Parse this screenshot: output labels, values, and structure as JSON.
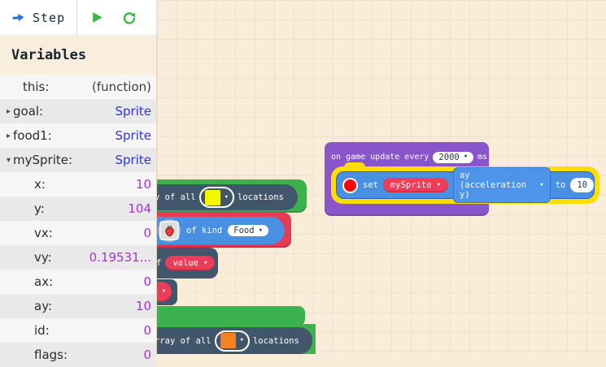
{
  "toolbar": {
    "step_label": "Step",
    "step_icon": "arrow-right",
    "play_icon": "play-triangle",
    "restart_icon": "refresh-arrows"
  },
  "variables": {
    "title": "Variables",
    "rows": [
      {
        "arrow": "",
        "indent": "1",
        "label": "this:",
        "value": "(function)",
        "type": "function"
      },
      {
        "arrow": "▸",
        "indent": "0",
        "label": "goal:",
        "value": "Sprite",
        "type": "sprite"
      },
      {
        "arrow": "▸",
        "indent": "0",
        "label": "food1:",
        "value": "Sprite",
        "type": "sprite"
      },
      {
        "arrow": "▾",
        "indent": "0",
        "label": "mySprite:",
        "value": "Sprite",
        "type": "sprite"
      },
      {
        "arrow": "",
        "indent": "2",
        "label": "x:",
        "value": "10",
        "type": "number"
      },
      {
        "arrow": "",
        "indent": "2",
        "label": "y:",
        "value": "104",
        "type": "number"
      },
      {
        "arrow": "",
        "indent": "2",
        "label": "vx:",
        "value": "0",
        "type": "number"
      },
      {
        "arrow": "",
        "indent": "2",
        "label": "vy:",
        "value": "0.19531...",
        "type": "number"
      },
      {
        "arrow": "",
        "indent": "2",
        "label": "ax:",
        "value": "0",
        "type": "number"
      },
      {
        "arrow": "",
        "indent": "2",
        "label": "ay:",
        "value": "10",
        "type": "number"
      },
      {
        "arrow": "",
        "indent": "2",
        "label": "id:",
        "value": "0",
        "type": "number"
      },
      {
        "arrow": "",
        "indent": "2",
        "label": "flags:",
        "value": "0",
        "type": "number"
      }
    ]
  },
  "blocks": {
    "update_block": {
      "prefix": "on game update every",
      "interval": "2000",
      "suffix": "ms"
    },
    "set_block": {
      "set_label": "set",
      "sprite": "mySprite",
      "property": "ay (acceleration y)",
      "to_label": "to",
      "value": "10",
      "breakpoint_icon": "red-dot"
    },
    "array_yellow_block": {
      "prefix": "y of all",
      "suffix": "locations",
      "tile_color": "#f6f600"
    },
    "of_kind_block": {
      "label": "of kind",
      "kind": "Food",
      "sprite_icon": "strawberry"
    },
    "value_block": {
      "cut_text": "f",
      "label": "value"
    },
    "array_orange_block": {
      "prefix": "rray of all",
      "suffix": "locations",
      "tile_color": "#f5821f"
    },
    "icons": {
      "caret": "▾"
    }
  },
  "colors": {
    "canvas_bg": "#f9edda",
    "grid_line": "#f1e0cd",
    "game_purple": "#8a55cb",
    "sprite_blue": "#4a90e2",
    "loop_green": "#3bb24e",
    "tile_slate": "#41566b",
    "variable_red": "#ee3d58",
    "highlight_yellow": "#ffdd00",
    "value_sprite_blue": "#3134d6",
    "value_number_purple": "#a136c9",
    "toolbar_green": "#3cb54a",
    "toolbar_blue": "#2470d8"
  }
}
